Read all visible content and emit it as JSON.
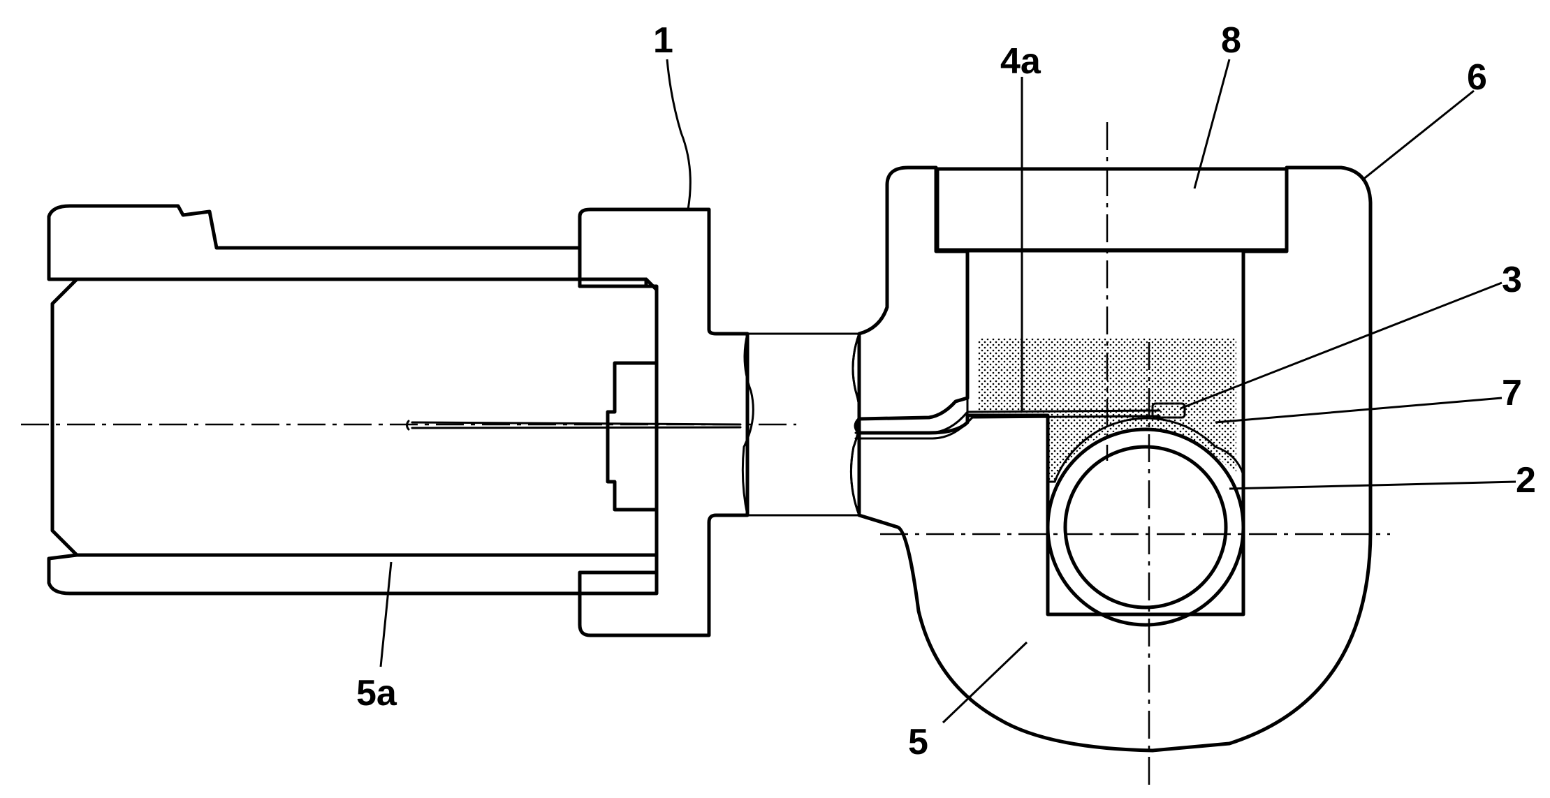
{
  "labels": {
    "part_1": "1",
    "part_2": "2",
    "part_3": "3",
    "part_4a": "4a",
    "part_5": "5",
    "part_5a": "5a",
    "part_6": "6",
    "part_7": "7",
    "part_8": "8"
  },
  "colors": {
    "ink": "#000000",
    "paper": "#ffffff"
  }
}
